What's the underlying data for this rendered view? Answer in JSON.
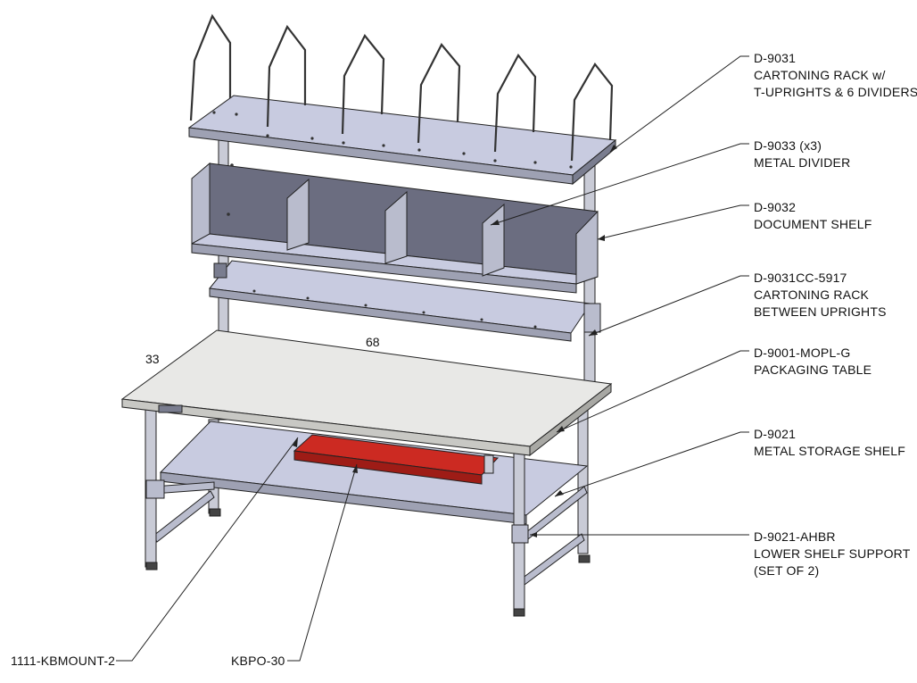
{
  "dimensions": {
    "depth": "33",
    "width": "68"
  },
  "callouts": [
    {
      "id": "rack",
      "lines": [
        "D-9031",
        "CARTONING RACK w/",
        "T-UPRIGHTS & 6 DIVIDERS"
      ]
    },
    {
      "id": "divider",
      "lines": [
        "D-9033 (x3)",
        "METAL DIVIDER"
      ]
    },
    {
      "id": "docshelf",
      "lines": [
        "D-9032",
        "DOCUMENT SHELF"
      ]
    },
    {
      "id": "between",
      "lines": [
        "D-9031CC-5917",
        "CARTONING RACK",
        "BETWEEN UPRIGHTS"
      ]
    },
    {
      "id": "table",
      "lines": [
        "D-9001-MOPL-G",
        "PACKAGING TABLE"
      ]
    },
    {
      "id": "storage",
      "lines": [
        "D-9021",
        "METAL STORAGE SHELF"
      ]
    },
    {
      "id": "support",
      "lines": [
        "D-9021-AHBR",
        "LOWER SHELF SUPPORT",
        "(SET OF 2)"
      ]
    },
    {
      "id": "kbmount",
      "lines": [
        "1111-KBMOUNT-2"
      ]
    },
    {
      "id": "kbpo",
      "lines": [
        "KBPO-30"
      ]
    }
  ],
  "colors": {
    "steel": "#c9cbd6",
    "steel_dark": "#7a7d8f",
    "shelf_top": "#c8cbe0",
    "divider_back": "#6b6d80",
    "tabletop": "#e8e8e6",
    "keyboard_tray": "#cc2a22",
    "outline": "#222222"
  }
}
